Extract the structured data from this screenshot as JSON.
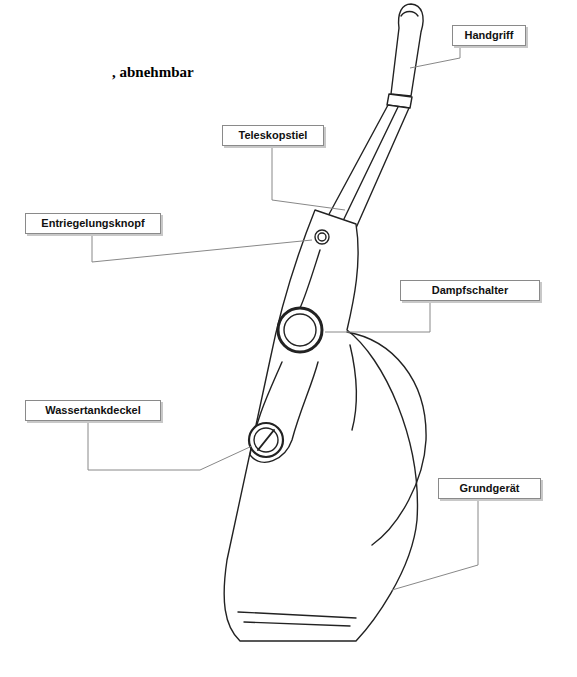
{
  "diagram": {
    "nodes": [
      {
        "text": [
          "Handgriff"
        ]
      },
      {
        "text": [
          "Teleskopstiel"
        ]
      },
      {
        "text": [
          "Entriegelungsknopf"
        ]
      },
      {
        "text": [
          "Dampfschalter"
        ]
      },
      {
        "text": [
          "Wassertankdeckel"
        ]
      },
      {
        "text": [
          "Grundgerät"
        ]
      }
    ],
    "labels": [
      ", abnehmbar"
    ]
  }
}
